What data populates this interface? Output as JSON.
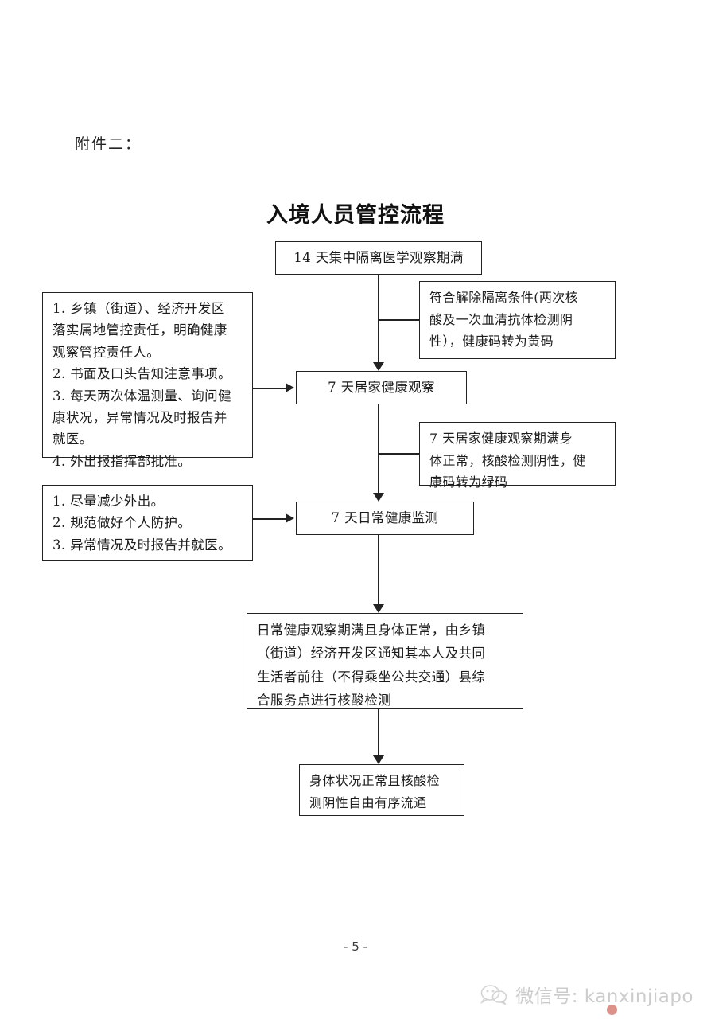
{
  "document": {
    "attachment_label": "附件二：",
    "title": "入境人员管控流程",
    "page_number": "- 5 -"
  },
  "flow": {
    "quarantine": {
      "text": "14 天集中隔离医学观察期满"
    },
    "condition_yellow": {
      "lines": [
        "符合解除隔离条件(两次核",
        "酸及一次血清抗体检测阴",
        "性），健康码转为黄码"
      ]
    },
    "duties_home": {
      "lines": [
        "1. 乡镇（街道）、经济开发区",
        "落实属地管控责任，明确健康",
        "观察管控责任人。",
        "2. 书面及口头告知注意事项。",
        "3. 每天两次体温测量、询问健",
        "康状况，异常情况及时报告并",
        "就医。",
        "4. 外出报指挥部批准。"
      ]
    },
    "home_observation": {
      "text": "7 天居家健康观察"
    },
    "condition_green": {
      "lines": [
        "7 天居家健康观察期满身",
        "体正常，核酸检测阴性，健",
        "康码转为绿码"
      ]
    },
    "duties_daily": {
      "lines": [
        "1. 尽量减少外出。",
        "2. 规范做好个人防护。",
        "3. 异常情况及时报告并就医。"
      ]
    },
    "daily_monitoring": {
      "text": "7 天日常健康监测"
    },
    "nucleic_acid_test": {
      "lines": [
        "日常健康观察期满且身体正常，由乡镇",
        "（街道）经济开发区通知其本人及共同",
        "生活者前往（不得乘坐公共交通）县综",
        "合服务点进行核酸检测"
      ]
    },
    "final_state": {
      "lines": [
        "身体状况正常且核酸检",
        "测阴性自由有序流通"
      ]
    }
  },
  "watermark": {
    "text": "微信号: kanxinjiapo",
    "icon": "wechat-icon"
  },
  "colors": {
    "ink": "#222222",
    "paper": "#ffffff",
    "watermark": "#9a9a9a",
    "badge_red": "#c0392b"
  }
}
